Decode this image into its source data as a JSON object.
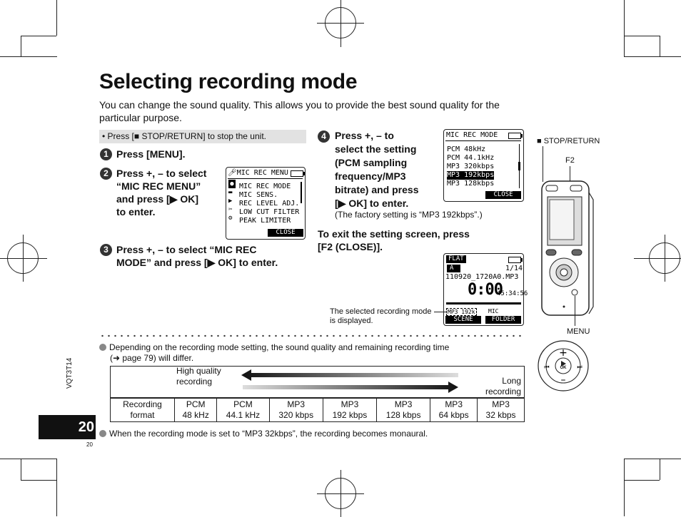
{
  "title": "Selecting recording mode",
  "intro": "You can change the sound quality. This allows you to provide the best sound quality for the particular purpose.",
  "note": "Press [■ STOP/RETURN] to stop the unit.",
  "steps": [
    {
      "num": "1",
      "text": "Press [MENU]."
    },
    {
      "num": "2",
      "lines": [
        "Press +, – to select",
        "“MIC REC MENU”",
        "and press [▶ OK]",
        "to enter."
      ]
    },
    {
      "num": "3",
      "lines": [
        "Press +, – to select “MIC REC",
        "MODE” and press [▶ OK] to enter."
      ]
    },
    {
      "num": "4",
      "lines": [
        "Press +, – to",
        "select the setting",
        "(PCM sampling",
        "frequency/MP3",
        "bitrate) and press",
        "[▶ OK] to enter."
      ]
    }
  ],
  "factory_note": "(The factory setting is “MP3 192kbps”.)",
  "exit_lines": [
    "To exit the setting screen, press",
    "[F2 (CLOSE)]."
  ],
  "lcd1": {
    "title": "MIC REC MENU",
    "items": [
      "MIC REC MODE",
      "MIC SENS.",
      "REC LEVEL ADJ.",
      "LOW CUT FILTER",
      "PEAK LIMITER"
    ],
    "button": "CLOSE"
  },
  "lcd2": {
    "title": "MIC REC MODE",
    "items": [
      "PCM 48kHz",
      "PCM 44.1kHz",
      "MP3 320kbps",
      "MP3 192kbps",
      "MP3 128kbps"
    ],
    "selected": "MP3 192kbps",
    "button": "CLOSE"
  },
  "lcd3": {
    "eq": "FLAT",
    "folder": "A",
    "count": "1/14",
    "file": "110920_1720A0.MP3",
    "time": "0:00",
    "remain": "45:34:56",
    "mode": "MP3 192k",
    "mic": "MIC",
    "btn_left": "SCENE",
    "btn_right": "FOLDER"
  },
  "callout": [
    "The selected recording mode",
    "is displayed."
  ],
  "device_labels": {
    "stop": "■ STOP/RETURN",
    "f2": "F2",
    "menu": "MENU",
    "ok": "OK"
  },
  "bullet1": [
    "Depending on the recording mode setting, the sound quality and remaining recording time",
    "(➜ page 79) will differ."
  ],
  "scale": {
    "high": [
      "High quality",
      "recording"
    ],
    "long": [
      "Long",
      "recording"
    ]
  },
  "table": {
    "row_label": [
      "Recording",
      "format"
    ],
    "cols": [
      [
        "PCM",
        "48 kHz"
      ],
      [
        "PCM",
        "44.1 kHz"
      ],
      [
        "MP3",
        "320 kbps"
      ],
      [
        "MP3",
        "192 kbps"
      ],
      [
        "MP3",
        "128 kbps"
      ],
      [
        "MP3",
        "64 kbps"
      ],
      [
        "MP3",
        "32 kbps"
      ]
    ]
  },
  "bullet2": "When the recording mode is set to “MP3 32kbps”, the recording becomes monaural.",
  "side_code": "VQT3T14",
  "page_number": "20",
  "page_number_small": "20"
}
